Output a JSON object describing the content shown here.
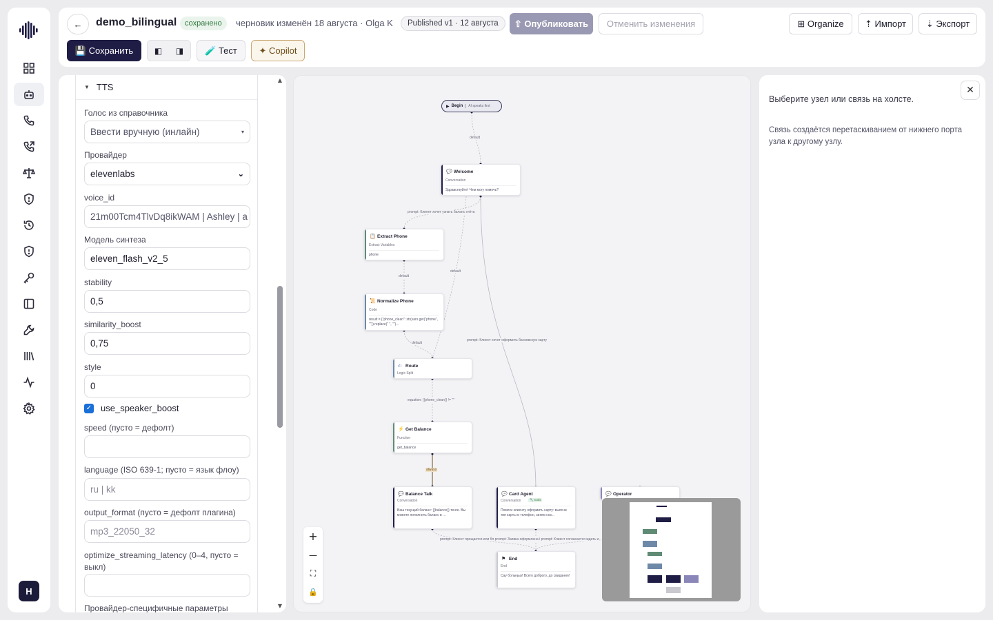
{
  "rail": {
    "items": [
      {
        "icon": "dashboard-icon"
      },
      {
        "icon": "bot-icon",
        "active": true
      },
      {
        "icon": "phone-icon"
      },
      {
        "icon": "phone-outgoing-icon"
      },
      {
        "icon": "scale-icon"
      },
      {
        "icon": "shield-alert-icon"
      },
      {
        "icon": "history-icon"
      },
      {
        "icon": "shield-icon"
      },
      {
        "icon": "key-icon"
      },
      {
        "icon": "panel-icon"
      },
      {
        "icon": "tool-icon"
      },
      {
        "icon": "library-icon"
      },
      {
        "icon": "activity-icon"
      },
      {
        "icon": "settings-icon"
      }
    ],
    "avatar": "H"
  },
  "header": {
    "back": "←",
    "title": "demo_bilingual",
    "saved_badge": "сохранено",
    "draft_text": "черновик изменён 18 августа · Olga K",
    "published_badge": "Published v1 · 12 августа",
    "publish_label": "⇧ Опубликовать",
    "revert_label": "Отменить изменения",
    "organize_label": "⊞ Organize",
    "import_label": "⇡ Импорт",
    "export_label": "⇣ Экспорт",
    "save_label": "💾 Сохранить",
    "test_label": "🧪 Тест",
    "copilot_label": "✦ Copilot",
    "toggle_left": "◧",
    "toggle_right": "◨"
  },
  "tts": {
    "section_title": "TTS",
    "voice_ref_label": "Голос из справочника",
    "voice_ref_value": "Ввести вручную (инлайн)",
    "provider_label": "Провайдер",
    "provider_value": "elevenlabs",
    "voice_id_label": "voice_id",
    "voice_id_value": "21m00Tcm4TlvDq8ikWAM | Ashley | a",
    "model_label": "Модель синтеза",
    "model_value": "eleven_flash_v2_5",
    "stability_label": "stability",
    "stability_value": "0,5",
    "similarity_label": "similarity_boost",
    "similarity_value": "0,75",
    "style_label": "style",
    "style_value": "0",
    "speaker_boost_label": "use_speaker_boost",
    "speaker_boost_checked": true,
    "speed_label": "speed (пусто = дефолт)",
    "speed_value": "",
    "language_label": "language (ISO 639-1; пусто = язык флоу)",
    "language_placeholder": "ru | kk",
    "output_format_label": "output_format (пусто = дефолт плагина)",
    "output_format_placeholder": "mp3_22050_32",
    "latency_label": "optimize_streaming_latency (0–4, пусто = выкл)",
    "latency_value": "",
    "provider_params_label": "Провайдер-специфичные параметры"
  },
  "canvas": {
    "begin": {
      "label": "Begin",
      "sub": "AI speaks first"
    },
    "nodes": [
      {
        "id": "welcome",
        "title": "Welcome",
        "type": "Conversation",
        "body": "Здравствуйте! Чем могу помочь?",
        "icon": "💬",
        "color": "#1f1c45"
      },
      {
        "id": "extract",
        "title": "Extract Phone",
        "type": "Extract Variables",
        "body": "phone",
        "icon": "📋",
        "color": "#5f8a74"
      },
      {
        "id": "normalize",
        "title": "Normalize Phone",
        "type": "Code",
        "body": "result = {\"phone_clean\": str(vars.get(\"phone\", \"\")).replace(\" \", \"\")...",
        "icon": "📜",
        "color": "#6e88a8"
      },
      {
        "id": "route",
        "title": "Route",
        "type": "Logic Split",
        "body": "",
        "icon": "⛙",
        "color": "#6e88a8"
      },
      {
        "id": "balance",
        "title": "Get Balance",
        "type": "Function",
        "body": "get_balance",
        "icon": "⚡",
        "color": "#5f8a74"
      },
      {
        "id": "balance_talk",
        "title": "Balance Talk",
        "type": "Conversation",
        "body": "Ваш текущий баланс: {{balance}} тенге. Вы можете пополнить баланс в ...",
        "icon": "💬",
        "color": "#1f1c45"
      },
      {
        "id": "card_agent",
        "title": "Card Agent",
        "type": "Conversation",
        "body": "Помоги клиенту оформить карту: выясни тип карты и телефон, затем соз...",
        "icon": "💬",
        "color": "#1f1c45",
        "badge": "tools"
      },
      {
        "id": "operator",
        "title": "Operator",
        "type": "",
        "body": "",
        "icon": "💬",
        "color": "#8a86b8"
      },
      {
        "id": "end",
        "title": "End",
        "type": "End",
        "body": "Сау болыңыз! Всего доброго, до свидания!",
        "icon": "⚑",
        "color": "#c9c9cf"
      }
    ],
    "edge_labels": {
      "begin_welcome": "default",
      "welcome_extract": "prompt: Клиент хочет узнать баланс счёта",
      "extract_normalize": "default",
      "welcome_route": "default",
      "normalize_route": "default",
      "welcome_card": "prompt: Клиент хочет оформить банковскую карту",
      "route_balance": "equation: {{phone_clean}} != \"\"",
      "balance_talk": "always",
      "to_end": "prompt: Клиент прощается или бл prompt: Заявка оформлена i prompt: Клиент соглаcается ждать и"
    },
    "zoom_in": "+",
    "zoom_out": "—",
    "fit": "⛶",
    "lock": "🔒"
  },
  "inspector": {
    "close": "✕",
    "hint_title": "Выберите узел или связь на холсте.",
    "hint_body": "Связь создаётся перетаскиванием от нижнего порта узла к другому узлу."
  }
}
